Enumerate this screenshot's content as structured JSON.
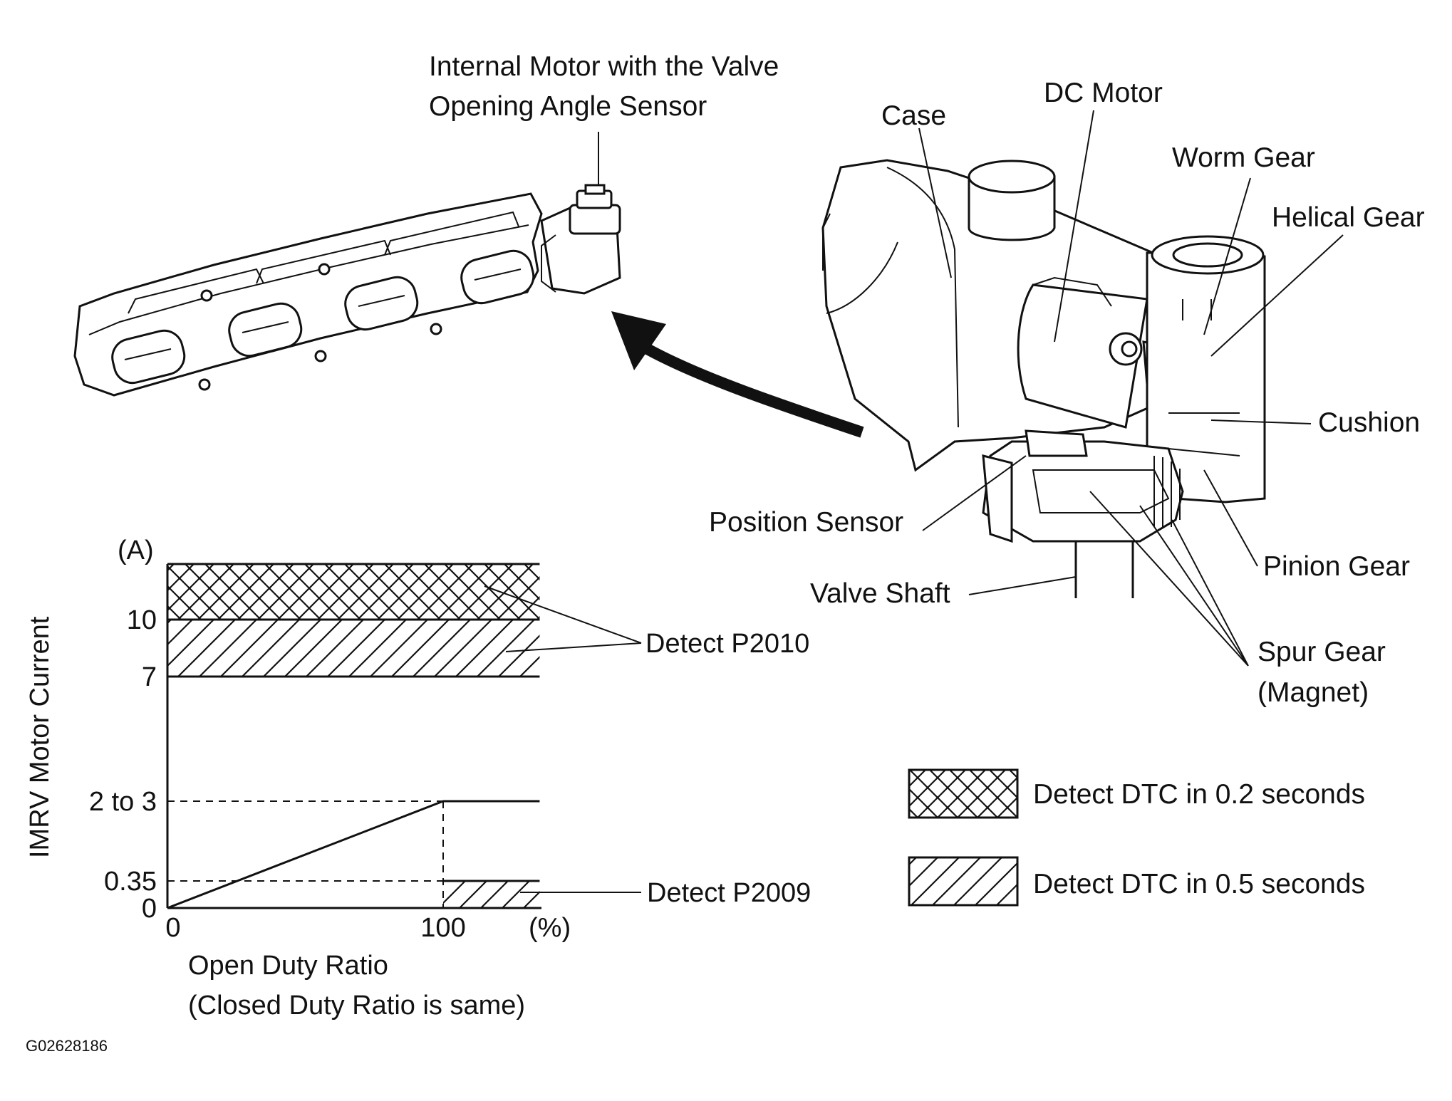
{
  "motor_label": {
    "line1": "Internal Motor with the Valve",
    "line2": "Opening Angle Sensor"
  },
  "parts": {
    "case": "Case",
    "dc_motor": "DC Motor",
    "worm_gear": "Worm Gear",
    "helical_gear": "Helical Gear",
    "cushion": "Cushion",
    "position_sensor": "Position Sensor",
    "valve_shaft": "Valve Shaft",
    "pinion_gear": "Pinion Gear",
    "spur_gear_line1": "Spur Gear",
    "spur_gear_line2": "(Magnet)"
  },
  "legend": {
    "crosshatch_label": "Detect DTC in 0.2 seconds",
    "diagonal_label": "Detect DTC in 0.5 seconds"
  },
  "figure_id": "G02628186",
  "chart_data": {
    "type": "line",
    "y_unit": "(A)",
    "ylabel": "IMRV Motor Current",
    "xlabel_line1": "Open Duty Ratio",
    "xlabel_line2": "(Closed Duty Ratio is same)",
    "x_unit": "(%)",
    "y_tick_labels": [
      "10",
      "7",
      "2 to 3",
      "0.35",
      "0"
    ],
    "x_tick_labels": [
      "0",
      "100"
    ],
    "series": [
      {
        "x": [
          0,
          100,
          135
        ],
        "y": [
          0,
          2.5,
          2.5
        ]
      }
    ],
    "regions": [
      {
        "label": "Detect P2010",
        "pattern": "crosshatch",
        "x": [
          0,
          135
        ],
        "y": [
          10,
          12
        ]
      },
      {
        "label": "Detect P2010",
        "pattern": "diagonal",
        "x": [
          0,
          135
        ],
        "y": [
          7,
          10
        ]
      },
      {
        "label": "Detect P2009",
        "pattern": "diagonal",
        "x": [
          100,
          135
        ],
        "y": [
          0,
          0.35
        ]
      }
    ],
    "annotations": [
      "Detect P2010",
      "Detect P2009"
    ]
  }
}
